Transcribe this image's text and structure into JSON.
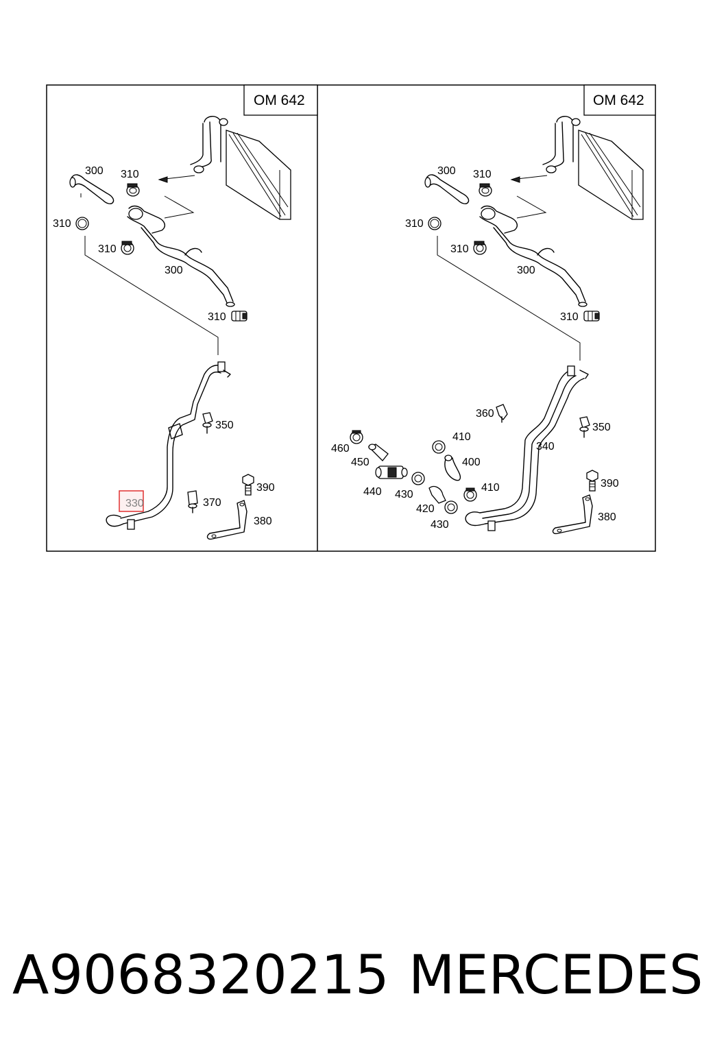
{
  "panels": [
    {
      "title": "OM 642",
      "labels": {
        "hose_upper": "300",
        "clamp_upper": "310",
        "clamp_left": "310",
        "clamp_mid": "310",
        "hose_lower": "300",
        "clamp_lower": "310",
        "bracket_clip": "350",
        "pipe_highlighted": "330",
        "clip_370": "370",
        "bolt": "390",
        "bracket": "380"
      },
      "highlighted_part": "330",
      "highlight_color": "#e03030"
    },
    {
      "title": "OM 642",
      "labels": {
        "hose_upper": "300",
        "clamp_upper": "310",
        "clamp_left": "310",
        "clamp_mid": "310",
        "hose_lower": "300",
        "clamp_lower": "310",
        "clip_360": "360",
        "bracket_clip": "350",
        "pipe_340": "340",
        "clamp_410_top": "410",
        "hose_400": "400",
        "clamp_410_bottom": "410",
        "clamp_460": "460",
        "hose_450": "450",
        "valve_440": "440",
        "clamp_430_a": "430",
        "hose_420": "420",
        "clamp_430_b": "430",
        "bolt": "390",
        "bracket": "380"
      }
    }
  ],
  "footer": {
    "part_number": "A9068320215",
    "brand": "MERCEDES"
  }
}
